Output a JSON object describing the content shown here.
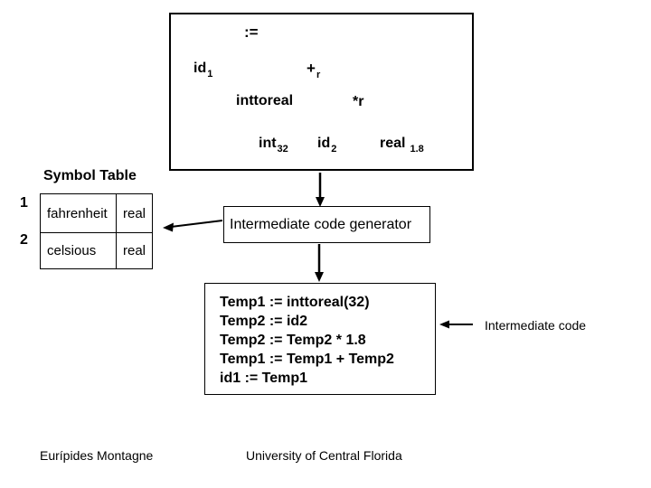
{
  "colors": {
    "ink": "#000000",
    "background": "#ffffff"
  },
  "syntax_tree": {
    "nodes": {
      "assign": {
        "base": ":=",
        "sub": ""
      },
      "id1": {
        "base": "id",
        "sub": "1"
      },
      "add_r": {
        "base": "+",
        "sub": "r"
      },
      "inttoreal": {
        "base": "inttoreal",
        "sub": ""
      },
      "mul_r": {
        "base": "*r",
        "sub": ""
      },
      "int32": {
        "base": "int",
        "sub": "32"
      },
      "id2": {
        "base": "id",
        "sub": "2"
      },
      "real_const": {
        "base": "real",
        "sub": "1.8"
      }
    }
  },
  "symbol_table": {
    "title": "Symbol Table",
    "rows": [
      {
        "index": "1",
        "name": "fahrenheit",
        "type": "real"
      },
      {
        "index": "2",
        "name": "celsious",
        "type": "real"
      }
    ]
  },
  "generator": {
    "label": "Intermediate code generator"
  },
  "code_box": {
    "lines": [
      "Temp1 := inttoreal(32)",
      "Temp2 := id2",
      "Temp2 := Temp2 * 1.8",
      "Temp1 := Temp1 + Temp2",
      "id1 := Temp1"
    ]
  },
  "annotations": {
    "intermediate_code_label": "Intermediate code"
  },
  "footer": {
    "author": "Eurípides Montagne",
    "institution": "University of Central Florida"
  }
}
